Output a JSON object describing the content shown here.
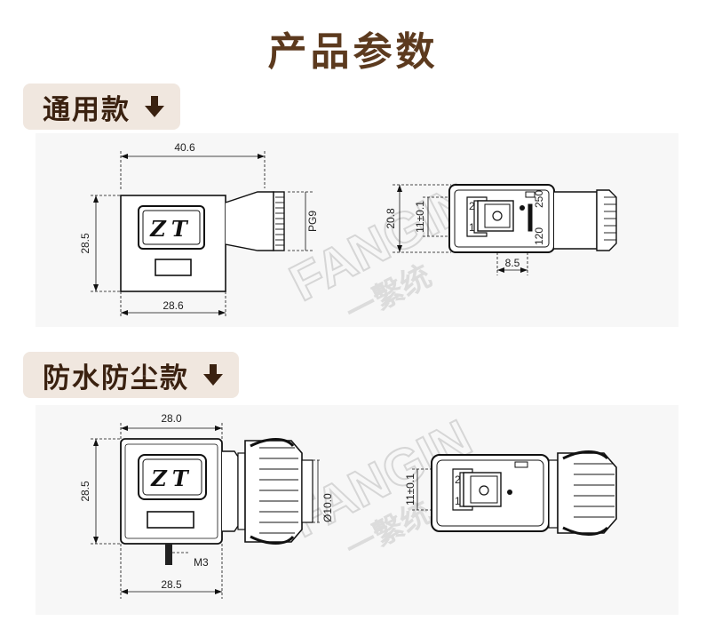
{
  "title": "产品参数",
  "sections": [
    {
      "label": "通用款",
      "front": {
        "width": "40.6",
        "height": "28.5",
        "base": "28.6",
        "logo": "ZT",
        "thread": "PG9"
      },
      "side": {
        "height": "20.8",
        "inner": "11±0.1",
        "offset": "8.5",
        "pins": [
          "2",
          "1",
          "250",
          "120"
        ]
      }
    },
    {
      "label": "防水防尘款",
      "front": {
        "width": "28.0",
        "height": "28.5",
        "base": "28.5",
        "logo": "ZT",
        "screw": "M3",
        "diameter": "Ø10.0"
      },
      "side": {
        "inner": "11±0.1",
        "pins": [
          "2",
          "1"
        ]
      }
    }
  ],
  "watermark": {
    "brand": "FANGIN",
    "cn": "一繫统"
  }
}
